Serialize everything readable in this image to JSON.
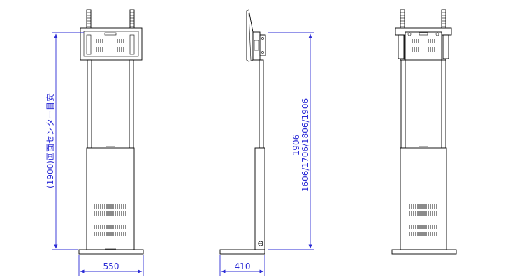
{
  "dimensions": {
    "screen_center": "(1900)画面センター目安",
    "height_total": "1906",
    "height_options": "1606/1706/1806/1906",
    "base_width": "550",
    "base_depth": "410"
  },
  "colors": {
    "dimension": "#2b2bd6",
    "outline": "#000000"
  }
}
